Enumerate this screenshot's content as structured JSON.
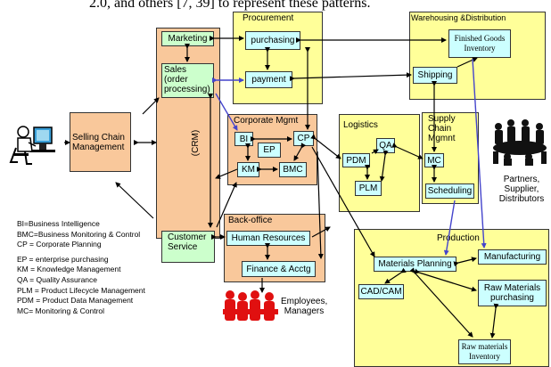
{
  "top_text": "2.0, and others [7, 39] to represent these patterns.",
  "regions": {
    "procurement": "Procurement",
    "warehousing": "Warehousing &Distribution",
    "corporate": "Corporate Mgmt",
    "logistics": "Logistics",
    "supply_chain": "Supply Chain Mgmnt",
    "back_office": "Back-office",
    "production": "Production",
    "crm": "(CRM)"
  },
  "boxes": {
    "selling_chain": "Selling Chain Management",
    "marketing": "Marketing",
    "sales": "Sales (order processing)",
    "customer_service": "Customer Service",
    "purchasing": "purchasing",
    "payment": "payment",
    "finished_goods": "Finished Goods Inventory",
    "shipping": "Shipping",
    "bi": "BI",
    "ep": "EP",
    "cp": "CP",
    "km": "KM",
    "bmc": "BMC",
    "pdm": "PDM",
    "qa": "QA",
    "plm": "PLM",
    "mc": "MC",
    "scheduling": "Scheduling",
    "human_resources": "Human Resources",
    "finance": "Finance & Acctg",
    "materials_planning": "Materials Planning",
    "manufacturing": "Manufacturing",
    "cad_cam": "CAD/CAM",
    "raw_materials_purchasing": "Raw Materials purchasing",
    "raw_materials_inventory": "Raw materials Inventory"
  },
  "labels": {
    "partners": "Partners, Supplier, Distributors",
    "employees": "Employees, Managers"
  },
  "legend": [
    "BI=Business Intelligence",
    "BMC=Business Monitoring & Control",
    "CP = Corporate Planning",
    "EP = enterprise  purchasing",
    "KM = Knowledge Management",
    "QA = Quality Assurance",
    "PLM = Product Lifecycle Management",
    "PDM = Product Data Management",
    "MC= Monitoring & Control"
  ],
  "icons": [
    "computer-user-icon",
    "meeting-group-icon",
    "employees-group-icon"
  ],
  "colors": {
    "tan": "#f9c89b",
    "yellow": "#ffff99",
    "cyan": "#ccffff",
    "green": "#ccffcc",
    "blue_arrow": "#4444cc",
    "people_red": "#e01010"
  }
}
